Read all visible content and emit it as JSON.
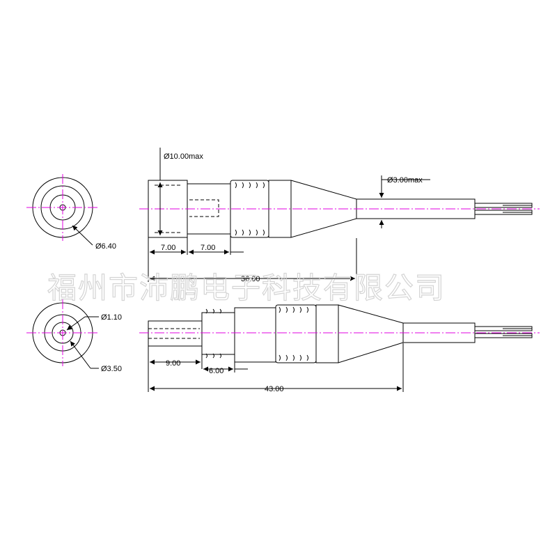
{
  "watermark": "福州市沛鹏电子科技有限公司",
  "dimensions": {
    "top_max_dia": "Ø10.00max",
    "top_cable_dia": "Ø3.00max",
    "top_face_dia": "Ø6.40",
    "top_len_a": "7.00",
    "top_len_b": "7.00",
    "top_total": "36.00",
    "bottom_pin_dia": "Ø1.10",
    "bottom_face_dia": "Ø3.50",
    "bottom_len_a": "9.00",
    "bottom_len_b": "6.00",
    "bottom_total": "43.00"
  },
  "colors": {
    "ink": "#000000",
    "centerline": "#e000e0",
    "watermark": "#d4d4d4"
  }
}
